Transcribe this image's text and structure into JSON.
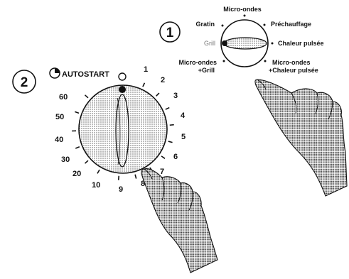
{
  "step1": {
    "badge": "1",
    "modes": {
      "micro_ondes": "Micro-ondes",
      "gratin": "Gratin",
      "prechauffage": "Préchauffage",
      "grill": "Grill",
      "chaleur_pulsee": "Chaleur pulsée",
      "micro_grill_line1": "Micro-ondes",
      "micro_grill_line2": "+Grill",
      "micro_chaleur_line1": "Micro-ondes",
      "micro_chaleur_line2": "+Chaleur pulsée"
    }
  },
  "step2": {
    "badge": "2",
    "autostart": "AUTOSTART",
    "dial_right": [
      "1",
      "2",
      "3",
      "4",
      "5",
      "6",
      "7",
      "8",
      "9"
    ],
    "dial_left": [
      "10",
      "20",
      "30",
      "40",
      "50",
      "60"
    ]
  },
  "colors": {
    "ink": "#111111",
    "stipple": "#8a8a8a",
    "paper": "#ffffff"
  },
  "icons": [
    "hand-pointer-icon",
    "clock-icon",
    "selected-dot-icon"
  ]
}
